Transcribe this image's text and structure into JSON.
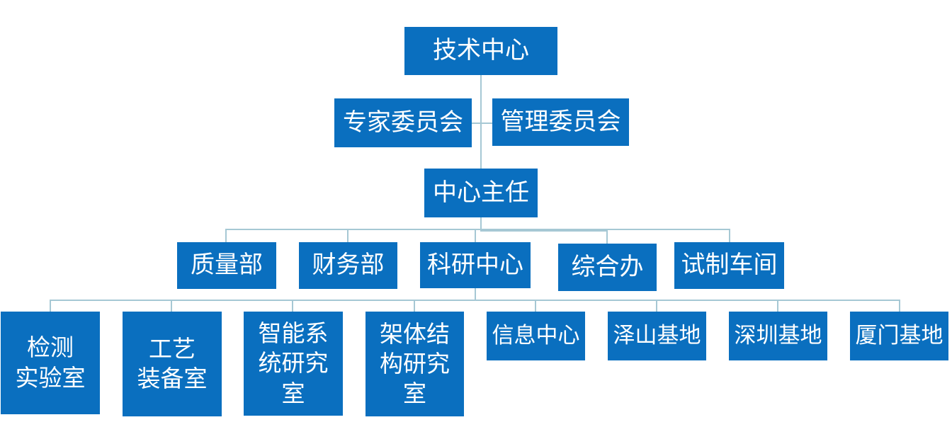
{
  "diagram": {
    "root": "技术中心",
    "committees": [
      "专家委员会",
      "管理委员会"
    ],
    "director": "中心主任",
    "departments": [
      "质量部",
      "财务部",
      "科研中心",
      "综合办",
      "试制车间"
    ],
    "units": [
      "检测\n实验室",
      "工艺\n装备室",
      "智能系\n统研究\n室",
      "架体结\n构研究\n室",
      "信息中心",
      "泽山基地",
      "深圳基地",
      "厦门基地"
    ]
  },
  "colors": {
    "node_fill": "#0a6fbf",
    "node_text": "#ffffff",
    "connector": "#a6c8d4"
  }
}
